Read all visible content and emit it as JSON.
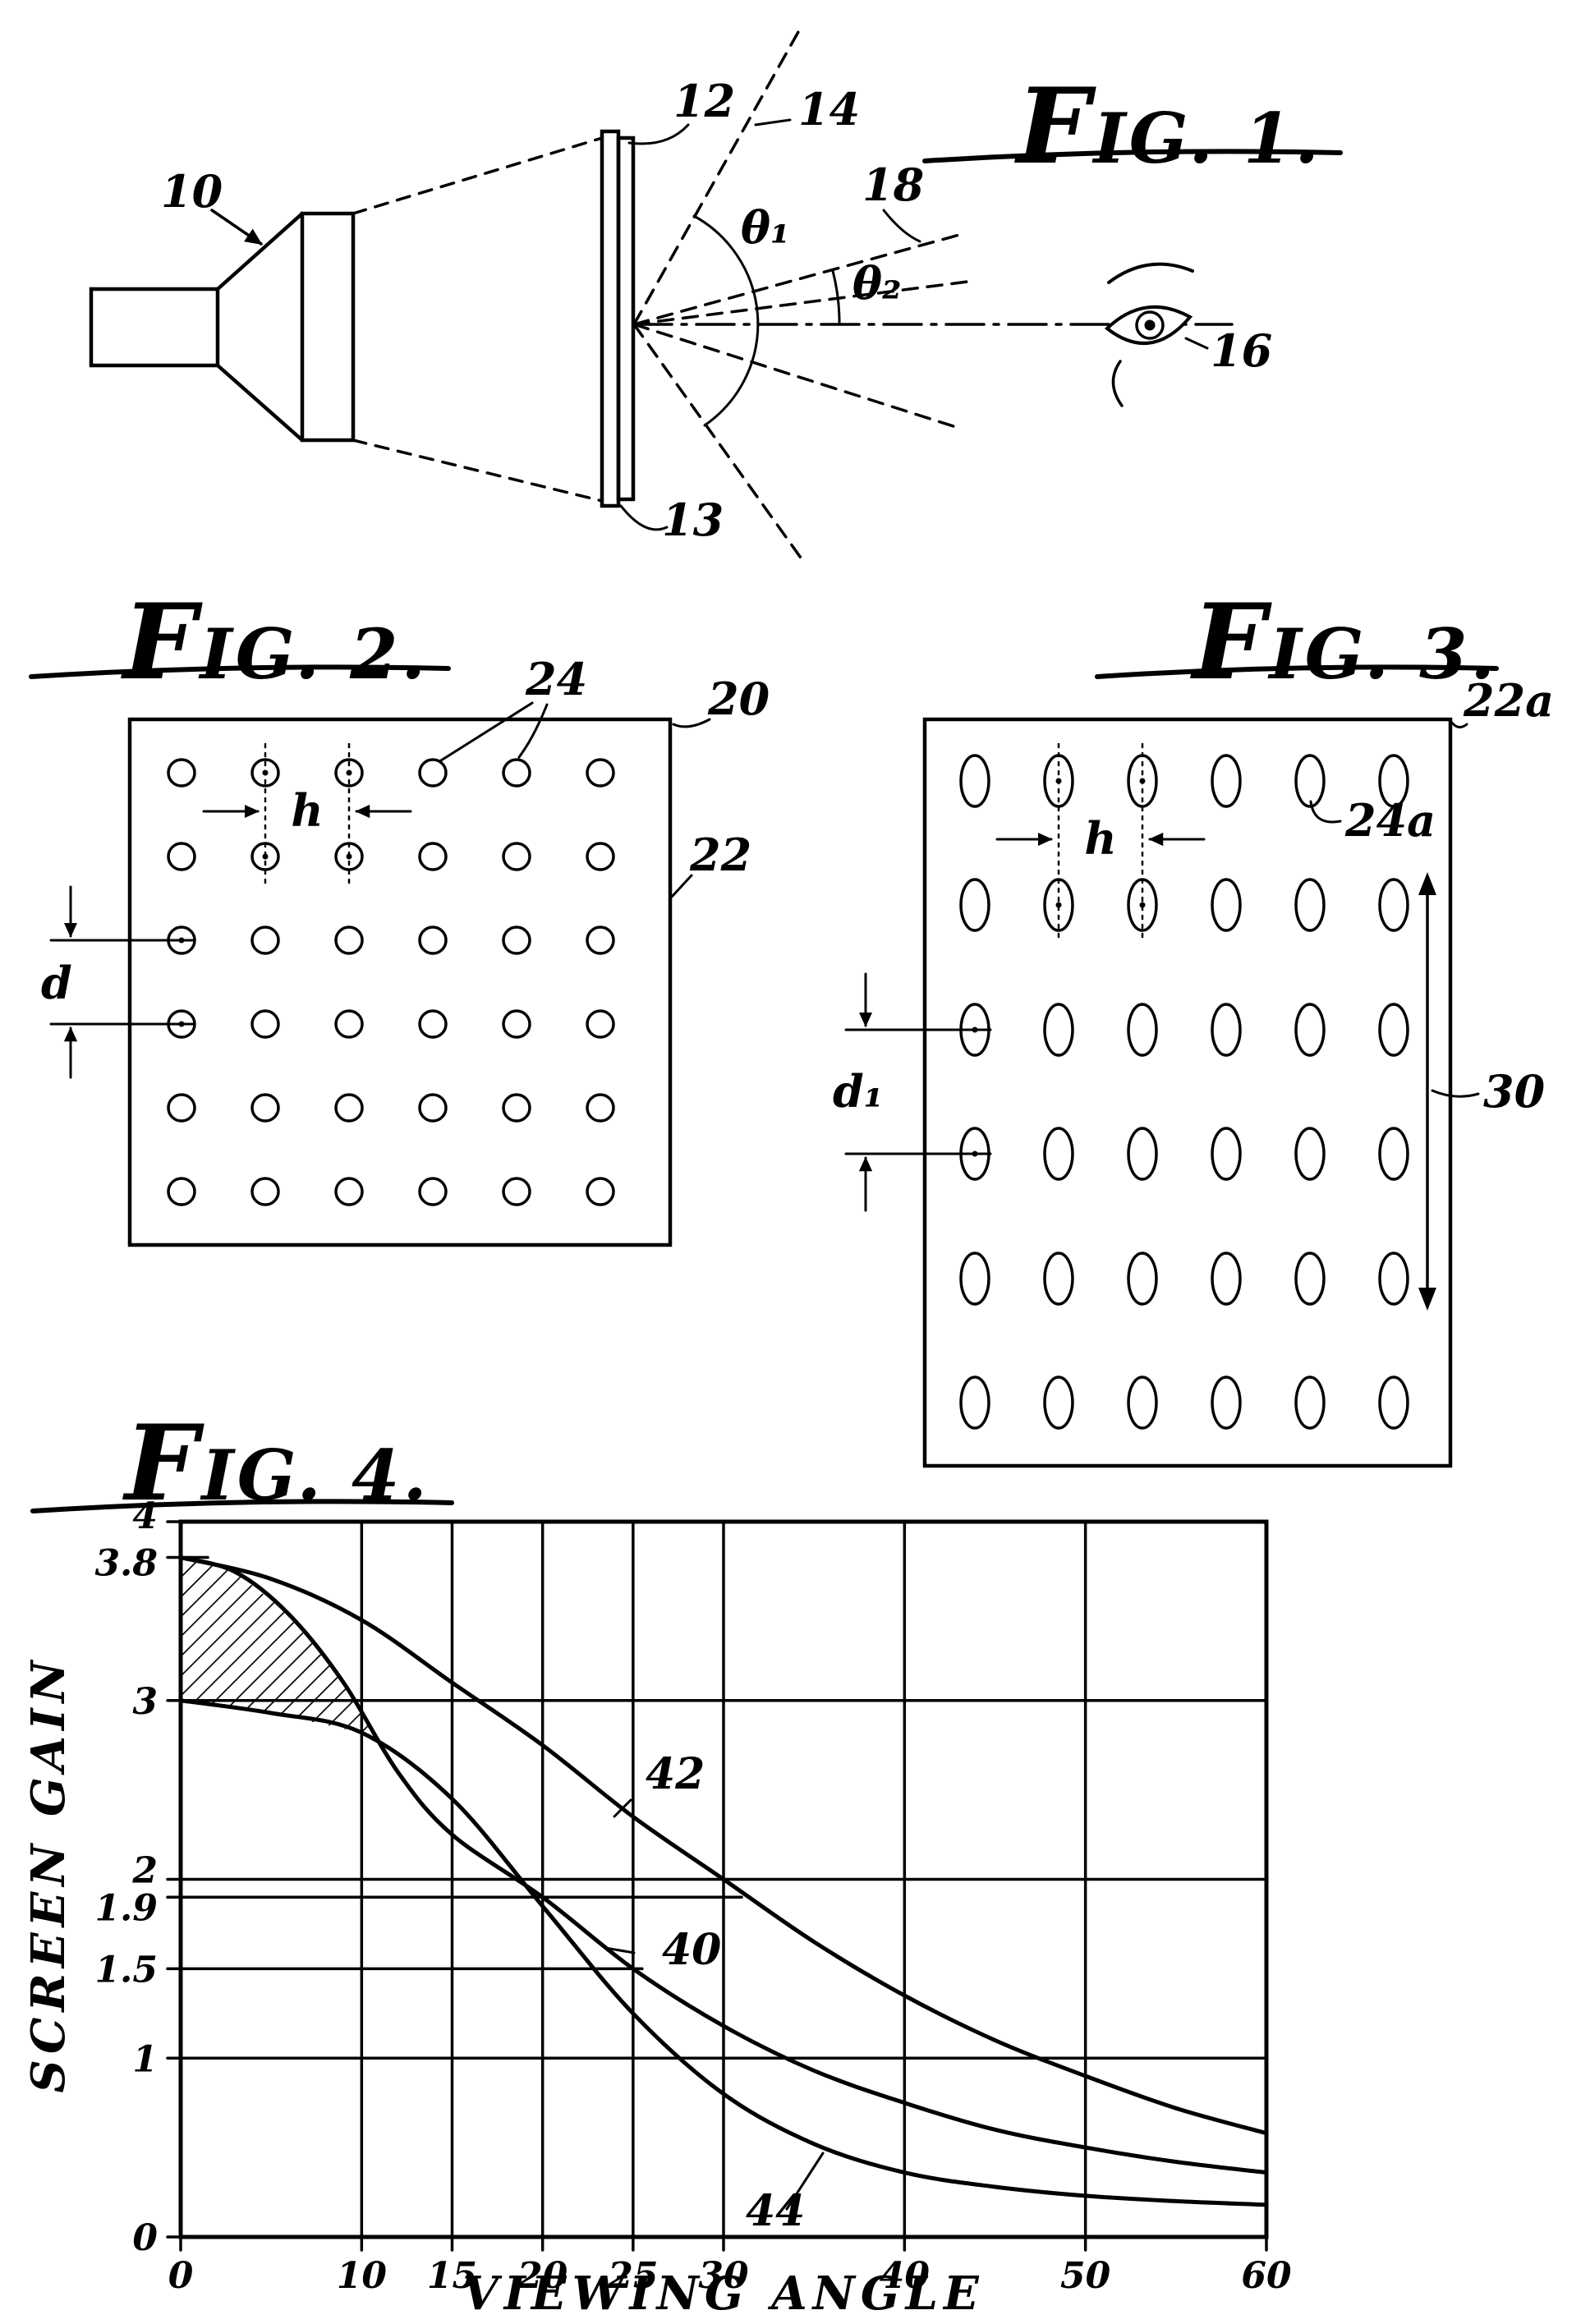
{
  "page": {
    "bg": "#ffffff",
    "ink": "#000000"
  },
  "fig1": {
    "title": "FIG. 1.",
    "labels": {
      "projector": "10",
      "faceplate": "12",
      "screen": "13",
      "ray_upper": "14",
      "eye": "16",
      "ray_mid": "18",
      "theta1": "θ₁",
      "theta2": "θ₂"
    }
  },
  "fig2": {
    "title": "FIG. 2.",
    "grid": {
      "rows": 6,
      "cols": 6,
      "dot_shape": "circle"
    },
    "labels": {
      "holes": "24",
      "panel": "20",
      "sheet": "22",
      "h": "h",
      "d": "d"
    }
  },
  "fig3": {
    "title": "FIG. 3.",
    "grid": {
      "rows": 6,
      "cols": 6,
      "dot_shape": "ellipse"
    },
    "labels": {
      "panel": "22a",
      "holes": "24a",
      "span": "30",
      "h": "h",
      "d1": "d₁"
    }
  },
  "fig4": {
    "title": "FIG. 4.",
    "chart_data": {
      "type": "line",
      "xlabel": "VIEWING ANGLE",
      "ylabel": "SCREEN GAIN",
      "xlim": [
        0,
        60
      ],
      "ylim": [
        0,
        4
      ],
      "x_ticks": [
        0,
        10,
        15,
        20,
        25,
        30,
        40,
        50,
        60
      ],
      "y_ticks": [
        0,
        1,
        1.5,
        1.9,
        2,
        3,
        3.8,
        4
      ],
      "grid_x": [
        10,
        15,
        20,
        25,
        30,
        40,
        50,
        60
      ],
      "grid_y": [
        1,
        2,
        3
      ],
      "guide_lines": [
        {
          "y": 3.8,
          "x_end": 1.5
        },
        {
          "y": 1.9,
          "x_end": 31
        },
        {
          "y": 1.5,
          "x_end": 25.5
        }
      ],
      "series": [
        {
          "name": "42",
          "x": [
            0,
            5,
            10,
            15,
            20,
            25,
            30,
            35,
            40,
            45,
            50,
            55,
            60
          ],
          "y": [
            3.8,
            3.68,
            3.45,
            3.1,
            2.75,
            2.35,
            2.0,
            1.65,
            1.35,
            1.1,
            0.9,
            0.72,
            0.58
          ]
        },
        {
          "name": "40",
          "x": [
            0,
            3,
            6,
            9,
            12,
            15,
            20,
            25,
            30,
            35,
            40,
            45,
            50,
            55,
            60
          ],
          "y": [
            3.8,
            3.72,
            3.48,
            3.1,
            2.6,
            2.25,
            1.9,
            1.5,
            1.18,
            0.93,
            0.75,
            0.6,
            0.5,
            0.42,
            0.36
          ]
        },
        {
          "name": "44",
          "x": [
            0,
            5,
            10,
            15,
            20,
            25,
            30,
            35,
            40,
            45,
            50,
            55,
            60
          ],
          "y": [
            3.0,
            2.93,
            2.82,
            2.45,
            1.85,
            1.25,
            0.8,
            0.52,
            0.36,
            0.28,
            0.23,
            0.2,
            0.18
          ]
        }
      ],
      "hatch_between": [
        "40",
        "44"
      ],
      "hatch_x_range": [
        0,
        11.5
      ],
      "legend": "none",
      "grid": "on"
    }
  }
}
